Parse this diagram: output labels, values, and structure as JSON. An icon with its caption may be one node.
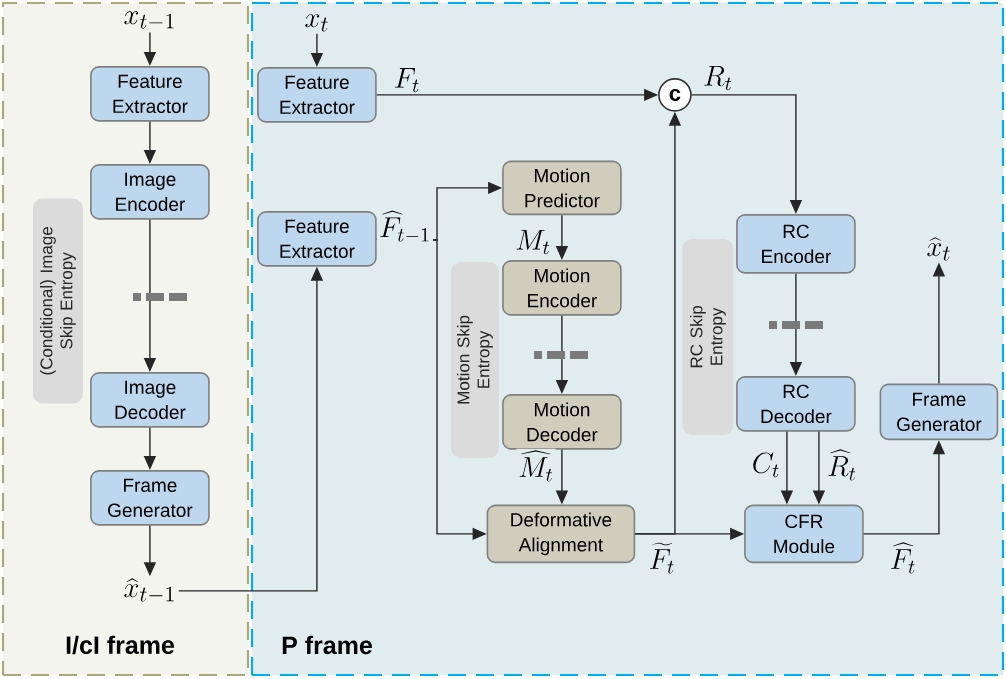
{
  "diagram": {
    "nodes": [
      {
        "text": [
          "I/cI frame"
        ]
      },
      {
        "text": [
          "P frame"
        ]
      },
      {
        "text": [
          "x_{t-1}"
        ],
        "in": 0
      },
      {
        "text": [
          "Feature Extractor"
        ],
        "in": 0
      },
      {
        "text": [
          "Image Encoder"
        ],
        "in": 0
      },
      {
        "text": [
          "Image Decoder"
        ],
        "in": 0
      },
      {
        "text": [
          "Frame Generator"
        ],
        "in": 0
      },
      {
        "text": [
          "\\widehat{x}_{t-1}"
        ],
        "in": 0
      },
      {
        "text": [
          "(Conditional) Image Skip Entropy"
        ],
        "in": 0
      },
      {
        "text": [
          "x_{t}"
        ],
        "in": 1
      },
      {
        "text": [
          "Feature Extractor"
        ],
        "in": 1
      },
      {
        "text": [
          "Feature Extractor"
        ],
        "in": 1
      },
      {
        "text": [
          "c"
        ],
        "in": 1
      },
      {
        "text": [
          "Motion Predictor"
        ],
        "in": 1
      },
      {
        "text": [
          "Motion Encoder"
        ],
        "in": 1
      },
      {
        "text": [
          "Motion Skip Entropy"
        ],
        "in": 1
      },
      {
        "text": [
          "Motion Decoder"
        ],
        "in": 1
      },
      {
        "text": [
          "Deformative Alignment"
        ],
        "in": 1
      },
      {
        "text": [
          "RC Encoder"
        ],
        "in": 1
      },
      {
        "text": [
          "RC Skip Entropy"
        ],
        "in": 1
      },
      {
        "text": [
          "RC Decoder"
        ],
        "in": 1
      },
      {
        "text": [
          "CFR Module"
        ],
        "in": 1
      },
      {
        "text": [
          "Frame Generator"
        ],
        "in": 1
      },
      {
        "text": [
          "\\widehat{x}_{t}"
        ],
        "in": 1
      }
    ],
    "edges": [
      {
        "from": 2,
        "to": 3,
        "arrow": "to"
      },
      {
        "from": 3,
        "to": 4,
        "arrow": "to"
      },
      {
        "from": 4,
        "to": 5,
        "arrow": "to"
      },
      {
        "from": 5,
        "to": 6,
        "arrow": "to"
      },
      {
        "from": 6,
        "to": 7,
        "arrow": "to"
      },
      {
        "from": 7,
        "to": 11,
        "arrow": "to"
      },
      {
        "from": 9,
        "to": 10,
        "arrow": "to"
      },
      {
        "from": 10,
        "to": 12,
        "arrow": "to",
        "label": "F_{t}"
      },
      {
        "from": 12,
        "to": 18,
        "arrow": "to",
        "label": "R_{t}"
      },
      {
        "from": 11,
        "to": 13,
        "arrow": "to",
        "label": "\\widehat{F}_{t-1}"
      },
      {
        "from": 11,
        "to": 17,
        "arrow": "to"
      },
      {
        "from": 13,
        "to": 14,
        "arrow": "to",
        "label": "M_{t}"
      },
      {
        "from": 14,
        "to": 16,
        "arrow": "to"
      },
      {
        "from": 16,
        "to": 17,
        "arrow": "to",
        "label": "\\widehat{M}_{t}"
      },
      {
        "from": 17,
        "to": 21,
        "arrow": "to",
        "label": "\\widetilde{F}_{t}"
      },
      {
        "from": 17,
        "to": 12,
        "arrow": "to"
      },
      {
        "from": 18,
        "to": 20,
        "arrow": "to"
      },
      {
        "from": 20,
        "to": 21,
        "arrow": "to",
        "label": "C_{t}"
      },
      {
        "from": 20,
        "to": 21,
        "arrow": "to",
        "label": "\\widehat{R}_{t}"
      },
      {
        "from": 21,
        "to": 22,
        "arrow": "to",
        "label": "\\widehat{F}_{t}"
      },
      {
        "from": 22,
        "to": 23,
        "arrow": "to"
      }
    ]
  }
}
